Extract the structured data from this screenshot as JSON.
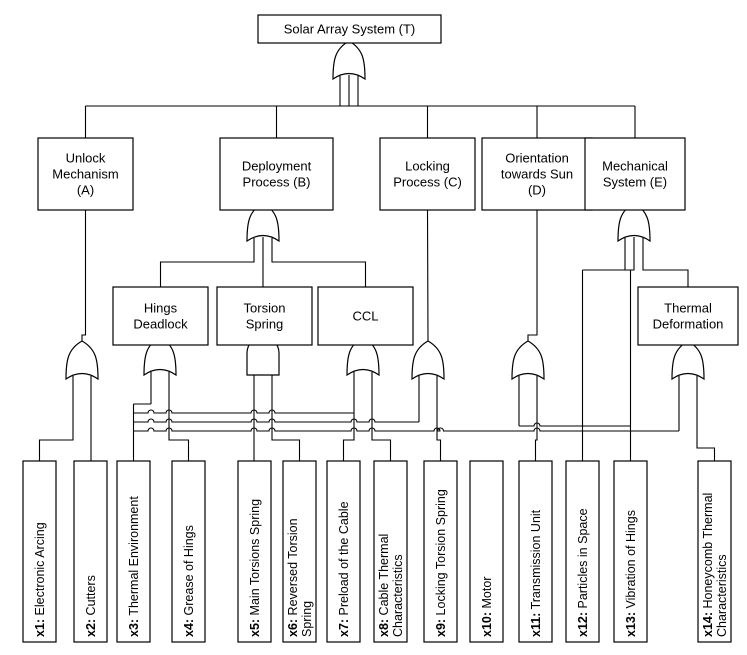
{
  "top_event": {
    "label": "Solar Array System (T)"
  },
  "subsystems": [
    {
      "id": "A",
      "lines": [
        "Unlock",
        "Mechanism",
        "(A)"
      ]
    },
    {
      "id": "B",
      "lines": [
        "Deployment",
        "Process (B)"
      ]
    },
    {
      "id": "C",
      "lines": [
        "Locking",
        "Process (C)"
      ]
    },
    {
      "id": "D",
      "lines": [
        "Orientation",
        "towards Sun",
        "(D)"
      ]
    },
    {
      "id": "E",
      "lines": [
        "Mechanical",
        "System (E)"
      ]
    }
  ],
  "intermediate_events": [
    {
      "id": "hings",
      "lines": [
        "Hings",
        "Deadlock"
      ]
    },
    {
      "id": "torsion",
      "lines": [
        "Torsion",
        "Spring"
      ]
    },
    {
      "id": "ccl",
      "lines": [
        "CCL"
      ]
    },
    {
      "id": "thermal",
      "lines": [
        "Thermal",
        "Deformation"
      ]
    }
  ],
  "basic_events": [
    {
      "code": "x1:",
      "lines": [
        "Electronic Arcing"
      ]
    },
    {
      "code": "x2:",
      "lines": [
        "Cutters"
      ]
    },
    {
      "code": "x3:",
      "lines": [
        "Thermal Environment"
      ]
    },
    {
      "code": "x4:",
      "lines": [
        "Grease of Hings"
      ]
    },
    {
      "code": "x5:",
      "lines": [
        "Main Torsions Spring"
      ]
    },
    {
      "code": "x6:",
      "lines": [
        "Reversed Torsion",
        "Spring"
      ]
    },
    {
      "code": "x7:",
      "lines": [
        "Preload of the Cable"
      ]
    },
    {
      "code": "x8:",
      "lines": [
        "Cable Thermal",
        "Characteristics"
      ]
    },
    {
      "code": "x9:",
      "lines": [
        "Locking Torsion Spring"
      ]
    },
    {
      "code": "x10:",
      "lines": [
        "Motor"
      ]
    },
    {
      "code": "x11:",
      "lines": [
        "Transmission Unit"
      ]
    },
    {
      "code": "x12:",
      "lines": [
        "Particles in Space"
      ]
    },
    {
      "code": "x13:",
      "lines": [
        "Vibration of Hings"
      ]
    },
    {
      "code": "x14:",
      "lines": [
        "Honeycomb Thermal",
        "Characteristics"
      ]
    }
  ],
  "gates": [
    {
      "id": "G-T",
      "type": "OR",
      "output": "top_event"
    },
    {
      "id": "G-A",
      "type": "OR",
      "output": "A"
    },
    {
      "id": "G-B",
      "type": "OR",
      "output": "B"
    },
    {
      "id": "G-hings",
      "type": "OR",
      "output": "hings"
    },
    {
      "id": "G-torsion",
      "type": "AND",
      "output": "torsion"
    },
    {
      "id": "G-ccl",
      "type": "OR",
      "output": "ccl"
    },
    {
      "id": "G-C",
      "type": "OR",
      "output": "C"
    },
    {
      "id": "G-D",
      "type": "OR",
      "output": "D"
    },
    {
      "id": "G-E",
      "type": "OR",
      "output": "E"
    },
    {
      "id": "G-thermal",
      "type": "OR",
      "output": "thermal"
    }
  ]
}
